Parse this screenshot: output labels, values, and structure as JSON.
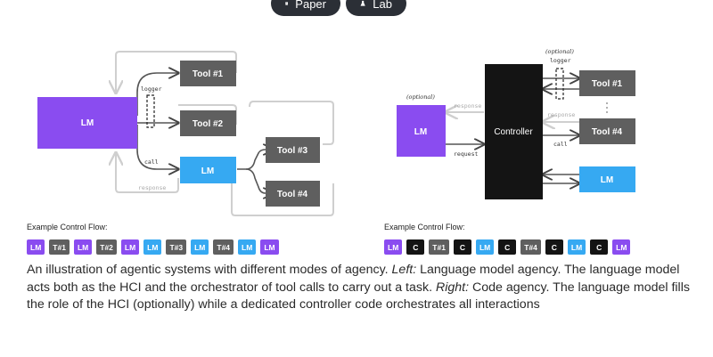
{
  "top_buttons": [
    {
      "label": "Paper",
      "icon": "pdf-icon"
    },
    {
      "label": "Lab",
      "icon": "flask-icon"
    }
  ],
  "left_diagram": {
    "lm_label": "LM",
    "tool1_label": "Tool #1",
    "tool2_label": "Tool #2",
    "tool3_label": "Tool #3",
    "tool4_label": "Tool #4",
    "lm_small_label": "LM",
    "logger_label": "logger",
    "call_label": "call",
    "response_label": "response"
  },
  "right_diagram": {
    "optional_top": "(optional)",
    "optional_left": "(optional)",
    "logger_label": "logger",
    "response_label": "response",
    "request_label": "request",
    "lm_label": "LM",
    "controller_label": "Controller",
    "tool1_label": "Tool #1",
    "tool4_label": "Tool #4",
    "dots": "·\n·\n·",
    "response2_label": "response",
    "call_label": "call",
    "lm_bottom_label": "LM"
  },
  "flow_left": {
    "label": "Example Control Flow:",
    "chips": [
      {
        "text": "LM",
        "kind": "lm"
      },
      {
        "text": "T#1",
        "kind": "tool"
      },
      {
        "text": "LM",
        "kind": "lm"
      },
      {
        "text": "T#2",
        "kind": "tool"
      },
      {
        "text": "LM",
        "kind": "lm"
      },
      {
        "text": "LM",
        "kind": "lm2"
      },
      {
        "text": "T#3",
        "kind": "tool"
      },
      {
        "text": "LM",
        "kind": "lm2"
      },
      {
        "text": "T#4",
        "kind": "tool"
      },
      {
        "text": "LM",
        "kind": "lm2"
      },
      {
        "text": "LM",
        "kind": "lm"
      }
    ]
  },
  "flow_right": {
    "label": "Example Control Flow:",
    "chips": [
      {
        "text": "LM",
        "kind": "lm"
      },
      {
        "text": "C",
        "kind": "ctrl"
      },
      {
        "text": "T#1",
        "kind": "tool"
      },
      {
        "text": "C",
        "kind": "ctrl"
      },
      {
        "text": "LM",
        "kind": "lm2"
      },
      {
        "text": "C",
        "kind": "ctrl"
      },
      {
        "text": "T#4",
        "kind": "tool"
      },
      {
        "text": "C",
        "kind": "ctrl"
      },
      {
        "text": "LM",
        "kind": "lm2"
      },
      {
        "text": "C",
        "kind": "ctrl"
      },
      {
        "text": "LM",
        "kind": "lm"
      }
    ]
  },
  "caption": {
    "part1": "An illustration of agentic systems with different modes of agency. ",
    "left_em": "Left:",
    "part2": " Language model agency. The language model acts both as the HCI and the orchestrator of tool calls to carry out a task. ",
    "right_em": "Right:",
    "part3": " Code agency. The language model fills the role of the HCI (optionally) while a dedicated controller code orchestrates all interactions"
  },
  "colors": {
    "lm_purple": "#8a4cf0",
    "lm_blue": "#36a9f2",
    "tool_gray": "#5f5f5f",
    "controller_black": "#141414",
    "arrow_gray": "#cfcfcf"
  }
}
